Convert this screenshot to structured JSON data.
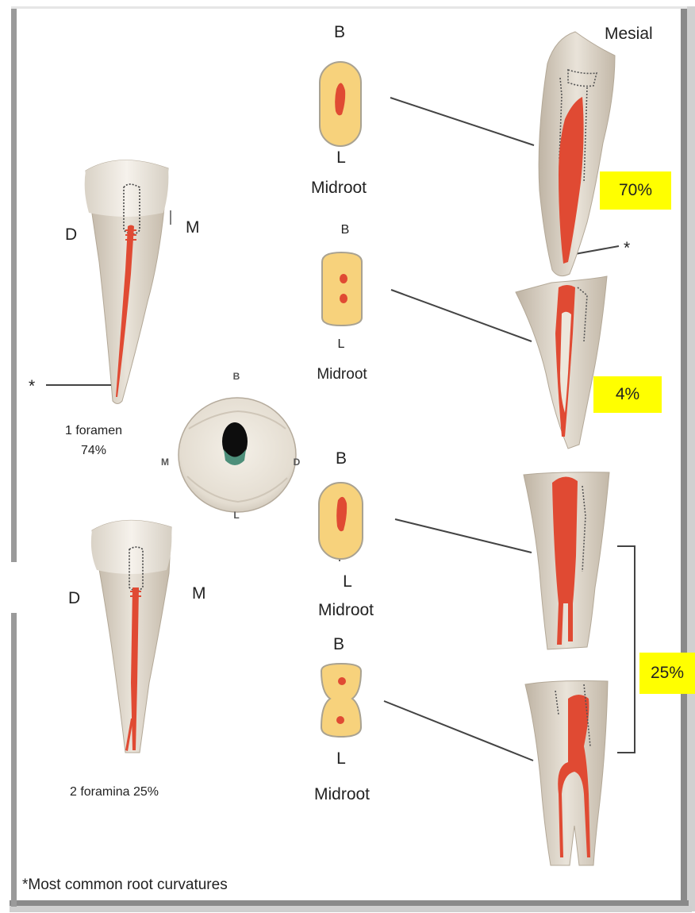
{
  "colors": {
    "pulp": "#e04a33",
    "dentin_section": "#f7d27c",
    "tooth_enamel": "#ece6dc",
    "root": "#d8cfc1",
    "badge": "#ffff00",
    "line": "#444444"
  },
  "top_left": {
    "side_left": "D",
    "side_right": "M",
    "caption_line1": "1 foramen",
    "caption_line2": "74%",
    "curvature_marker": "*"
  },
  "bottom_left": {
    "side_left": "D",
    "side_right": "M",
    "caption": "2 foramina 25%"
  },
  "occlusal_view": {
    "top": "B",
    "bottom": "L",
    "left": "M",
    "right": "D"
  },
  "sections": [
    {
      "top": "B",
      "bottom": "L",
      "level": "Midroot",
      "canals": 1
    },
    {
      "top": "B",
      "bottom": "L",
      "level": "Midroot",
      "canals": 2
    },
    {
      "top": "B",
      "bottom": "L",
      "level": "Midroot",
      "canals": 1
    },
    {
      "top": "B",
      "bottom": "L",
      "level": "Midroot",
      "canals": 2
    }
  ],
  "right_column": {
    "view_label": "Mesial",
    "curvature_marker": "*",
    "percentages": [
      "70%",
      "4%",
      "25%"
    ]
  },
  "footnote": "*Most common root curvatures"
}
